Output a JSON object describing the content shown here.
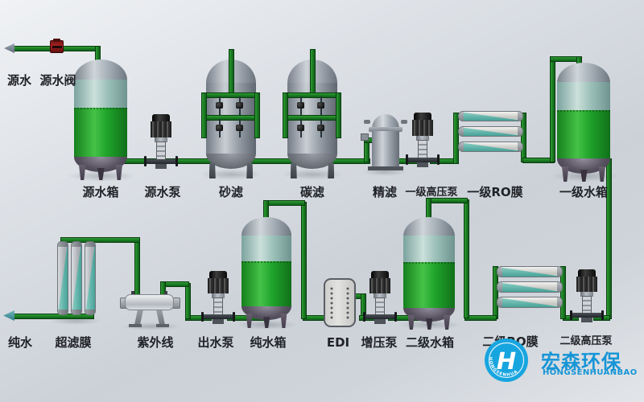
{
  "colors": {
    "pipe_green": "#1d8124",
    "tank_fill_green": "#21a42c",
    "membrane_teal": "#5fb3a9",
    "vessel_gray": "#9aa2ab",
    "valve_red": "#a42222",
    "logo_blue": "#18a6e0",
    "label_text": "#202226"
  },
  "row1": {
    "source_water": "源水",
    "source_valve": "源水阀",
    "source_tank": "源水箱",
    "source_pump": "源水泵",
    "sand_filter": "砂滤",
    "carbon_filter": "碳滤",
    "fine_filter": "精滤",
    "hp_pump_1": "一级高压泵",
    "ro_membrane_1": "一级RO膜",
    "water_tank_1": "一级水箱"
  },
  "row2": {
    "pure_water": "纯水",
    "uf_membrane": "超滤膜",
    "uv": "紫外线",
    "outlet_pump": "出水泵",
    "pure_water_tank": "纯水箱",
    "edi": "EDI",
    "booster_pump": "增压泵",
    "water_tank_2": "二级水箱",
    "ro_membrane_2": "二级RO膜",
    "hp_pump_2": "二级高压泵"
  },
  "logo": {
    "name_cn": "宏森环保",
    "name_en": "HONGSENHUANBAO",
    "monogram": "H",
    "ring_text": "HONGSENHUANBAO"
  }
}
